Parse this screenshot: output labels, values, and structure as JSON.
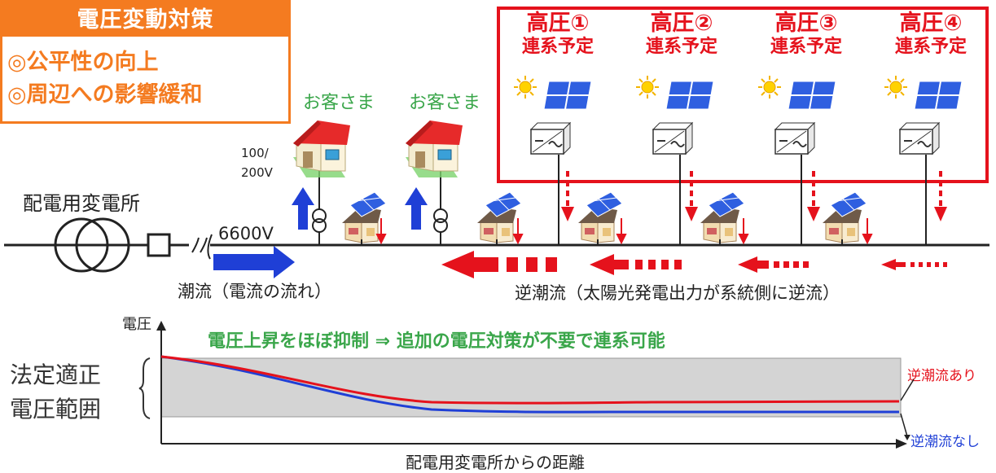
{
  "title": "電圧変動対策",
  "goals": [
    "◎公平性の向上",
    "◎周辺への影響緩和"
  ],
  "customer_labels": [
    "お客さま",
    "お客さま"
  ],
  "high_voltage": [
    {
      "name": "高圧①",
      "status": "連系予定"
    },
    {
      "name": "高圧②",
      "status": "連系予定"
    },
    {
      "name": "高圧③",
      "status": "連系予定"
    },
    {
      "name": "高圧④",
      "status": "連系予定"
    }
  ],
  "substation_label": "配電用変電所",
  "house_voltage": [
    "100/",
    "200V"
  ],
  "line_voltage": "6600V",
  "forward_flow_label": "潮流（電流の流れ）",
  "reverse_flow_label": "逆潮流（太陽光発電出力が系統側に逆流）",
  "graph": {
    "y_axis_label": "電圧",
    "headline": "電圧上昇をほぼ抑制 ⇒ 追加の電圧対策が不要で連系可能",
    "range_label": [
      "法定適正",
      "電圧範囲"
    ],
    "series_with_reverse": "逆潮流あり",
    "series_without_reverse": "逆潮流なし",
    "x_axis_label": "配電用変電所からの距離"
  },
  "colors": {
    "accent_orange": "#f47b20",
    "red": "#e5121c",
    "blue": "#1f3fd6",
    "green": "#3aa64a",
    "range_fill": "#d4d4d4"
  }
}
